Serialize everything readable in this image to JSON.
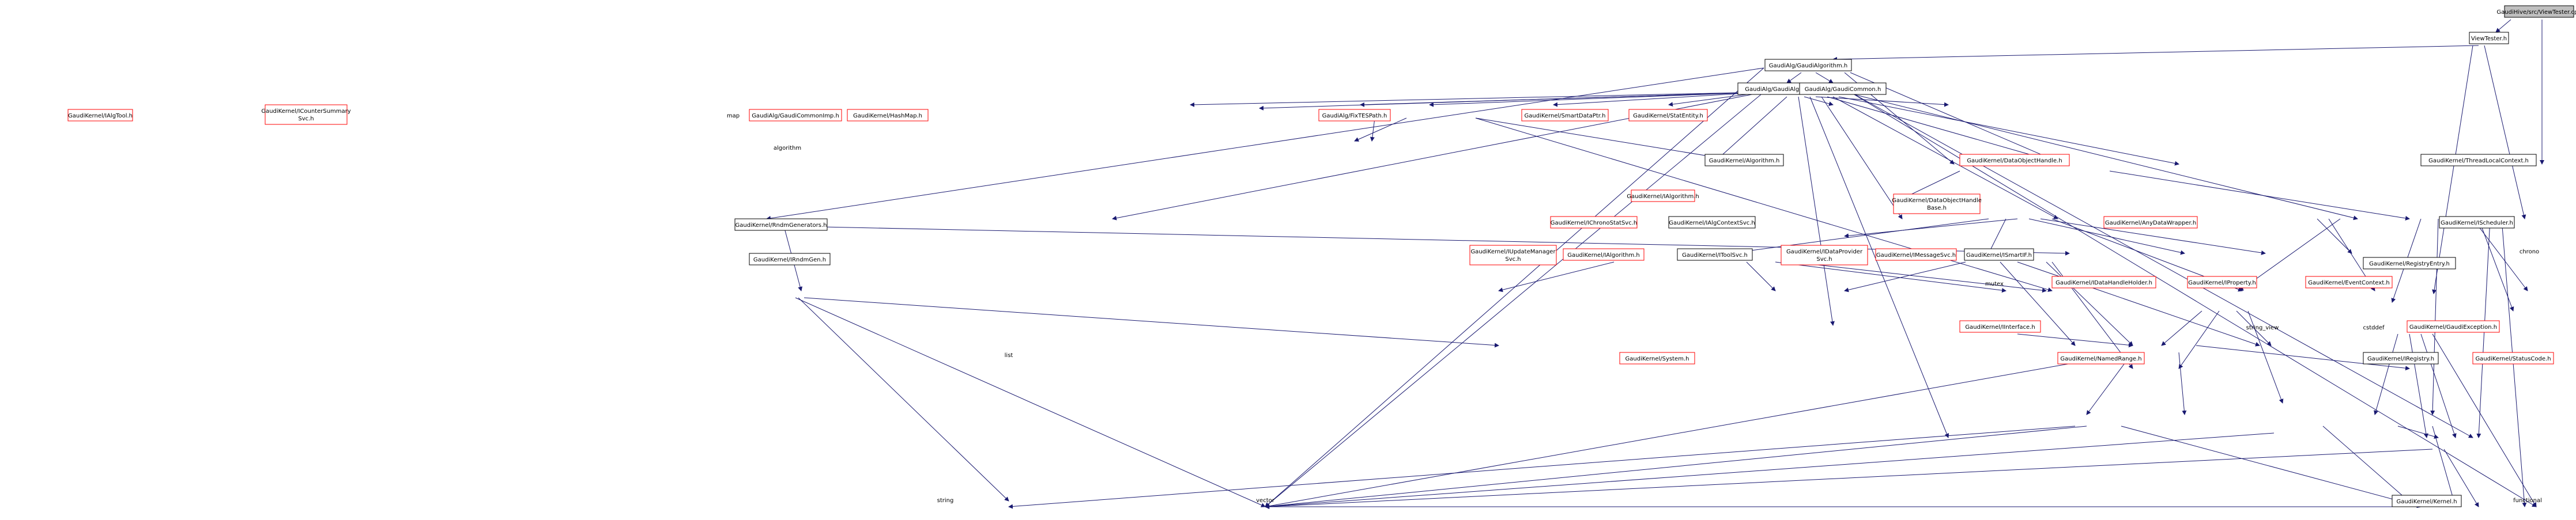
{
  "graph": {
    "nodes": {
      "root": "GaudiHive/src/ViewTester.cpp",
      "viewtester_h": "ViewTester.h",
      "gaudialgorithm": "GaudiAlg/GaudiAlgorithm.h",
      "gaudialg": "GaudiAlg/GaudiAlg.h",
      "gaudicommon": "GaudiAlg/GaudiCommon.h",
      "ialgtool": "GaudiKernel/IAlgTool.h",
      "icountersummary_1": "GaudiKernel/ICounterSummary",
      "icountersummary_2": "Svc.h",
      "map": "map",
      "gaudicommonimp": "GaudiAlg/GaudiCommonImp.h",
      "hashmap": "GaudiKernel/HashMap.h",
      "fixtespath": "GaudiAlg/FixTESPath.h",
      "smartdataptr": "GaudiKernel/SmartDataPtr.h",
      "statentity": "GaudiKernel/StatEntity.h",
      "algorithm_std": "algorithm",
      "kernel_algorithm": "GaudiKernel/Algorithm.h",
      "threadlocal": "GaudiKernel/ThreadLocalContext.h",
      "dataobjecthandle": "GaudiKernel/DataObjectHandle.h",
      "ialgorithm": "GaudiKernel/IAlgorithm.h",
      "ichronostat": "GaudiKernel/IChronoStatSvc.h",
      "ialgcontext": "GaudiKernel/IAlgContextSvc.h",
      "dohbase_1": "GaudiKernel/DataObjectHandle",
      "dohbase_2": "Base.h",
      "anydatawrapper": "GaudiKernel/AnyDataWrapper.h",
      "ischeduler": "GaudiKernel/IScheduler.h",
      "chrono": "chrono",
      "registryentry": "GaudiKernel/RegistryEntry.h",
      "rndmgenerators": "GaudiKernel/RndmGenerators.h",
      "irndmgen": "GaudiKernel/IRndmGen.h",
      "iupdatemanager_1": "GaudiKernel/IUpdateManager",
      "iupdatemanager_2": "Svc.h",
      "ialgorithm_h": "GaudiKernel/IAlgorithm.h",
      "itoolsvc": "GaudiKernel/IToolSvc.h",
      "idataprovider_1": "GaudiKernel/IDataProvider",
      "idataprovider_2": "Svc.h",
      "imessagesvc": "GaudiKernel/IMessageSvc.h",
      "ismartif": "GaudiKernel/ISmartIF.h",
      "mutex": "mutex",
      "idatahandleholder": "GaudiKernel/IDataHandleHolder.h",
      "iproperty": "GaudiKernel/IProperty.h",
      "eventcontext": "GaudiKernel/EventContext.h",
      "iinterface": "GaudiKernel/IInterface.h",
      "string_view": "string_view",
      "cstddef": "cstddef",
      "gaudiexception": "GaudiKernel/GaudiException.h",
      "list": "list",
      "system": "GaudiKernel/System.h",
      "namedrange": "GaudiKernel/NamedRange.h",
      "iregistry": "GaudiKernel/IRegistry.h",
      "statuscode": "GaudiKernel/StatusCode.h",
      "kernel": "GaudiKernel/Kernel.h",
      "string": "string",
      "vector": "vector",
      "functional": "functional"
    }
  }
}
